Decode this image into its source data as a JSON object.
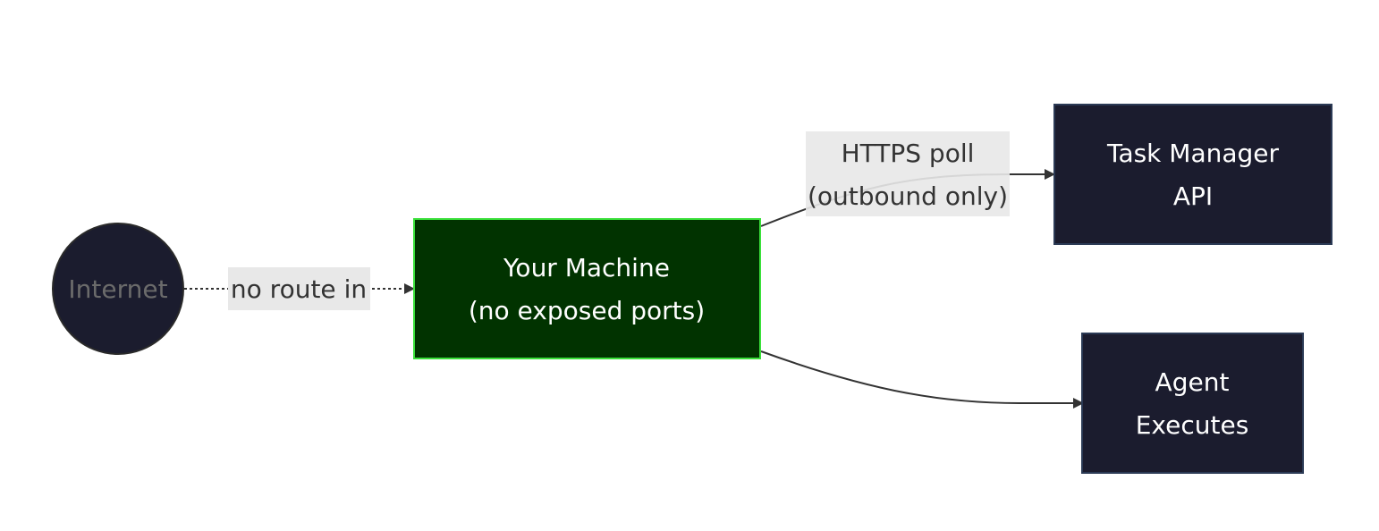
{
  "nodes": {
    "internet": {
      "label": "Internet"
    },
    "machine": {
      "line1": "Your Machine",
      "line2": "(no exposed ports)"
    },
    "task_manager": {
      "line1": "Task Manager",
      "line2": "API"
    },
    "agent": {
      "line1": "Agent",
      "line2": "Executes"
    }
  },
  "edges": {
    "internet_to_machine": {
      "label": "no route in",
      "style": "dotted"
    },
    "machine_to_task_manager": {
      "line1": "HTTPS poll",
      "line2": "(outbound only)",
      "style": "solid"
    },
    "machine_to_agent": {
      "label": "",
      "style": "solid"
    }
  },
  "colors": {
    "node_fill": "#1b1c2e",
    "node_text": "#ffffff",
    "internet_text": "#6b6b6b",
    "machine_fill": "#013300",
    "machine_border": "#3ae03a",
    "edge_stroke": "#333333",
    "edge_label_bg": "#e8e8e8"
  }
}
